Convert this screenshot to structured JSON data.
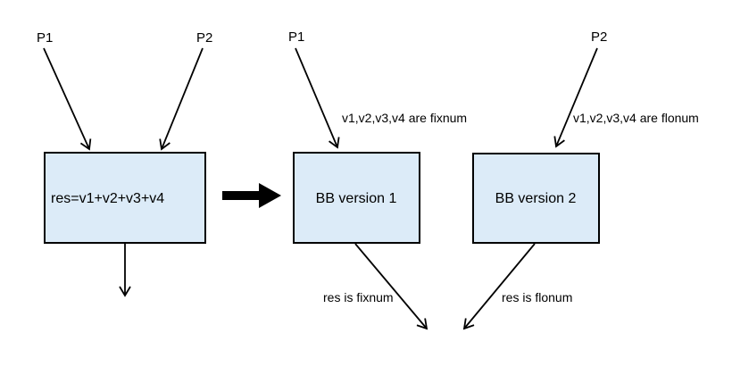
{
  "diagram": {
    "background_color": "#ffffff",
    "line_color": "#000000",
    "box_fill_color": "#dcebf8",
    "box_stroke_color": "#000000",
    "source": {
      "predecessor_labels": {
        "p1": "P1",
        "p2": "P2"
      },
      "block_label": "res=v1+v2+v3+v4"
    },
    "versions": [
      {
        "predecessor_label": "P1",
        "condition_note": "v1,v2,v3,v4 are fixnum",
        "block_label": "BB version 1",
        "result_note": "res is fixnum"
      },
      {
        "predecessor_label": "P2",
        "condition_note": "v1,v2,v3,v4 are flonum",
        "block_label": "BB version 2",
        "result_note": "res is flonum"
      }
    ]
  }
}
